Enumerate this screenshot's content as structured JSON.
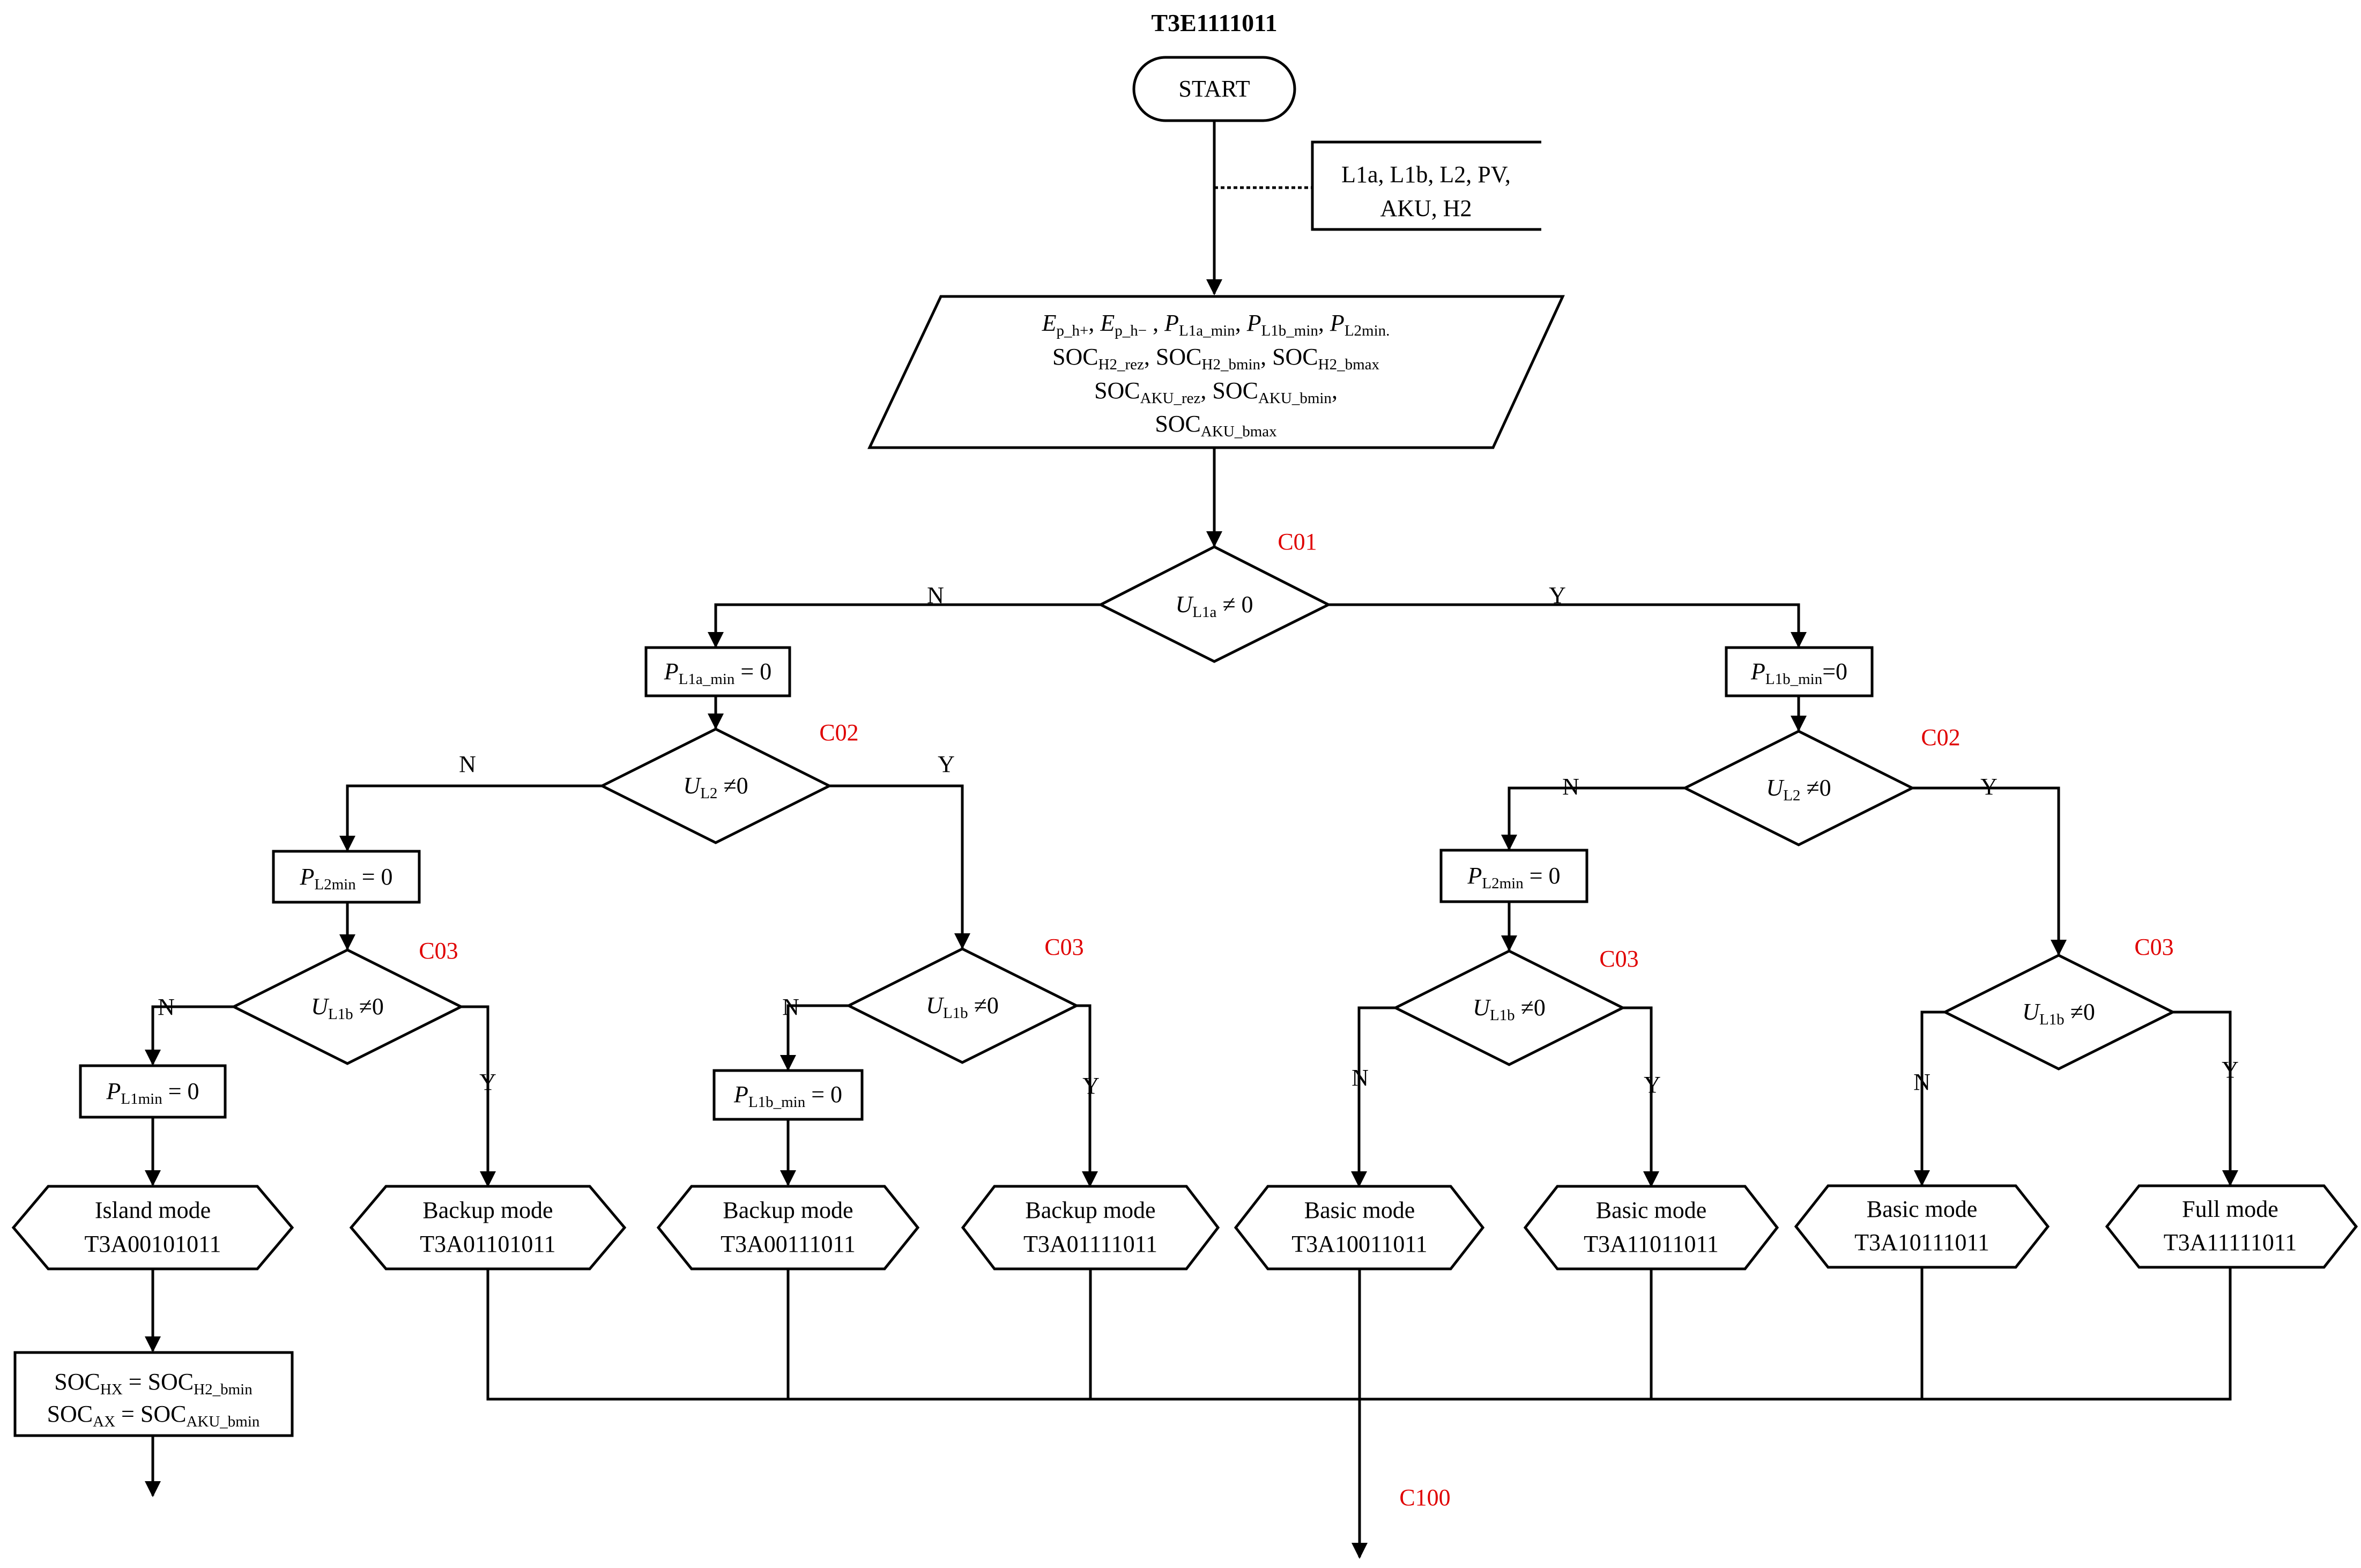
{
  "title": "T3E1111011",
  "start": "START",
  "inputs": [
    "L1a, L1b, L2, PV,",
    "AKU, H2"
  ],
  "params": {
    "line1": {
      "e1": "E",
      "e1s": "p_h+",
      "e2": "E",
      "e2s": "p_h−",
      "p1": "P",
      "p1s": "L1a_min",
      "p2": "P",
      "p2s": "L1b_min",
      "p3": "P",
      "p3s": "L2min."
    },
    "line2": {
      "a": "SOC",
      "as": "H2_rez",
      "b": "SOC",
      "bs": "H2_bmin",
      "c": "SOC",
      "cs": "H2_bmax"
    },
    "line3": {
      "a": "SOC",
      "as": "AKU_rez",
      "b": "SOC",
      "bs": "AKU_bmin"
    },
    "line4": {
      "a": "SOC",
      "as": "AKU_bmax"
    }
  },
  "conditions": {
    "c01": {
      "tag": "C01",
      "var": "U",
      "sub": "L1a",
      "op": " ≠ 0"
    },
    "c02": {
      "tag": "C02",
      "var": "U",
      "sub": "L2",
      "op": " ≠0"
    },
    "c03": {
      "tag": "C03",
      "var": "U",
      "sub": "L1b",
      "op": " ≠0"
    }
  },
  "branch": {
    "yes": "Y",
    "no": "N"
  },
  "assignments": {
    "pl1a_min": {
      "var": "P",
      "sub": "L1a_min",
      "rest": " = 0"
    },
    "pl1b_min": {
      "var": "P",
      "sub": "L1b_min",
      "rest": "=0"
    },
    "pl2min": {
      "var": "P",
      "sub": "L2min",
      "rest": " = 0"
    },
    "pl1min": {
      "var": "P",
      "sub": "L1min",
      "rest": " = 0"
    },
    "pl1b_min_b": {
      "var": "P",
      "sub": "L1b_min",
      "rest": " = 0"
    }
  },
  "modes": [
    {
      "name": "Island mode",
      "code": "T3A00101011"
    },
    {
      "name": "Backup mode",
      "code": "T3A01101011"
    },
    {
      "name": "Backup mode",
      "code": "T3A00111011"
    },
    {
      "name": "Backup mode",
      "code": "T3A01111011"
    },
    {
      "name": "Basic mode",
      "code": "T3A10011011"
    },
    {
      "name": "Basic mode",
      "code": "T3A11011011"
    },
    {
      "name": "Basic mode",
      "code": "T3A10111011"
    },
    {
      "name": "Full mode",
      "code": "T3A11111011"
    }
  ],
  "soc_assign": {
    "l1a": "SOC",
    "l1as": "HX",
    "l1b": " = SOC",
    "l1bs": "H2_bmin",
    "l2a": "SOC",
    "l2as": "AX",
    "l2b": " = SOC",
    "l2bs": "AKU_bmin"
  },
  "end_tag": "C100"
}
